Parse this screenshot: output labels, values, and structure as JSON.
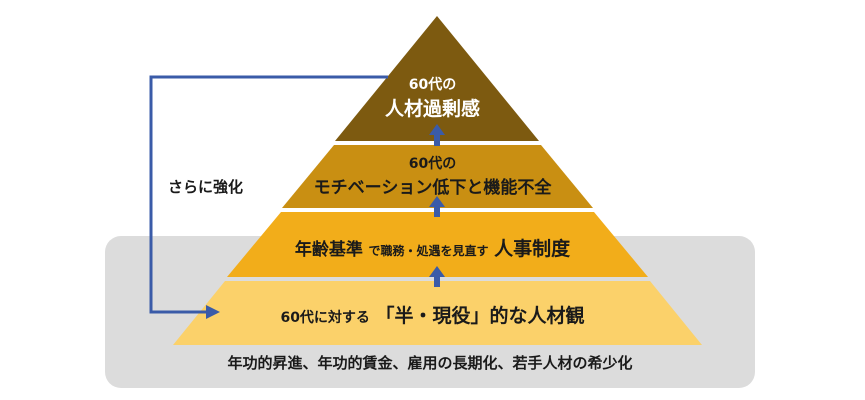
{
  "base": {
    "caption": "年功的昇進、年功的賃金、雇用の長期化、若手人材の希少化"
  },
  "tiers": {
    "top": {
      "line1": "60代の",
      "line2": "人材過剰感"
    },
    "second": {
      "line1": "60代の",
      "line2": "モチベーション低下と機能不全"
    },
    "third": {
      "part1": "年齢基準",
      "part2": "で職務・処遇を見直す",
      "part3": "人事制度"
    },
    "bottom": {
      "part1": "60代に対する",
      "part2": "「半・現役」的な人材観"
    }
  },
  "loop": {
    "label": "さらに強化"
  },
  "colors": {
    "tier_top": "#7d5a10",
    "tier_second": "#c98f12",
    "tier_third": "#f2ad1a",
    "tier_bottom": "#fbd16a",
    "arrow": "#3a5ba8",
    "panel": "#dcdcdc"
  }
}
